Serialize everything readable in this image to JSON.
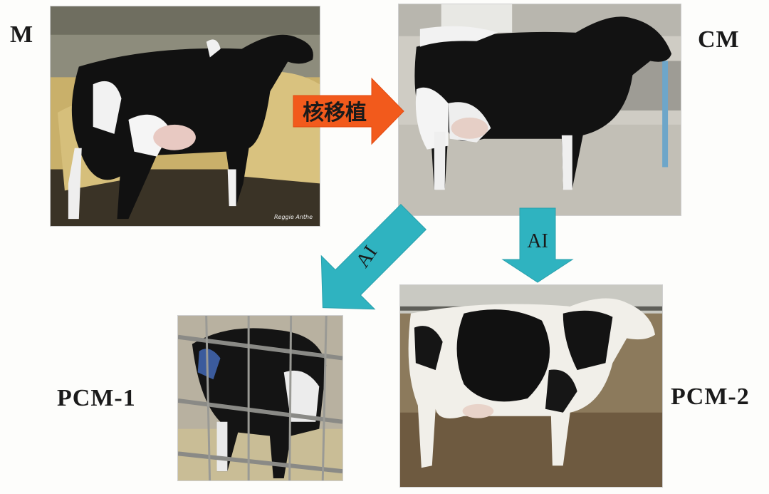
{
  "labels": {
    "m": "M",
    "cm": "CM",
    "pcm1": "PCM-1",
    "pcm2": "PCM-2"
  },
  "arrows": {
    "transfer": "核移植",
    "ai_left": "AI",
    "ai_right": "AI"
  },
  "photos": {
    "m_watermark": "Reggie Anthe"
  },
  "colors": {
    "transfer_arrow": "#f25a1c",
    "ai_arrow": "#2fb3c0",
    "label_text": "#1a1a1a"
  }
}
